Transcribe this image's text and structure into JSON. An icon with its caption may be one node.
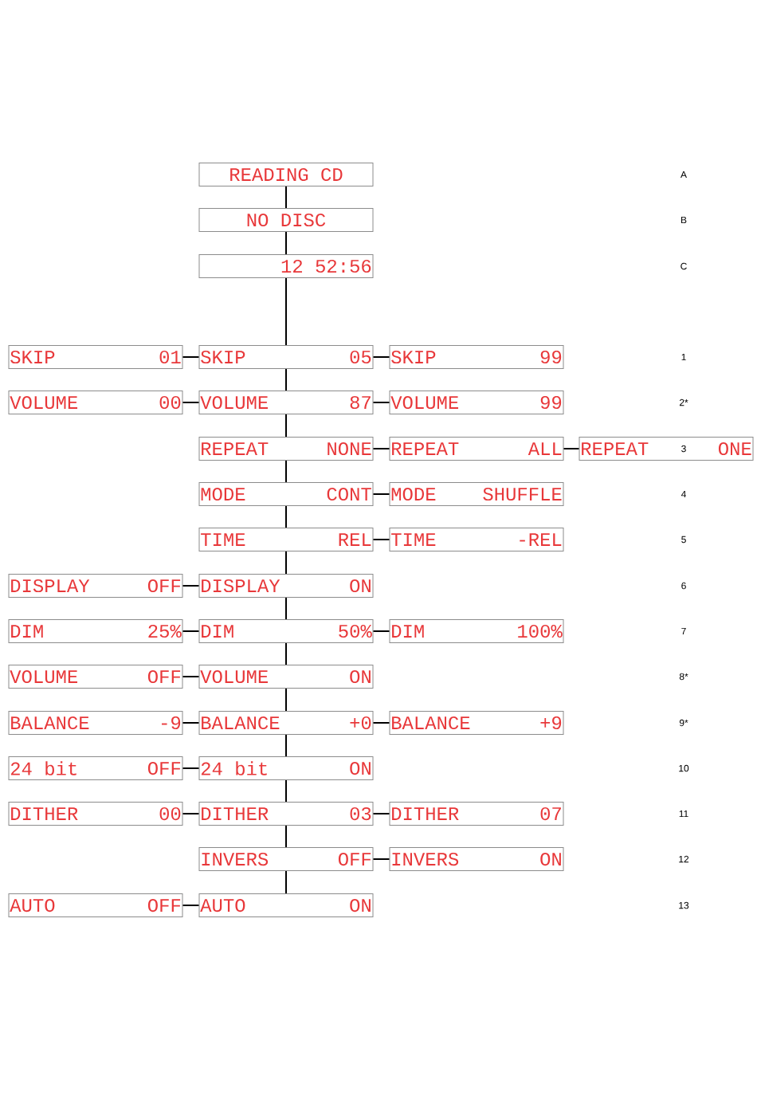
{
  "diagram": {
    "nodes": [
      {
        "text": [
          "READING CD"
        ]
      },
      {
        "text": [
          "NO DISC"
        ]
      },
      {
        "text": [
          "12 52:56"
        ]
      },
      {
        "text": [
          "SKIP",
          "01"
        ]
      },
      {
        "text": [
          "SKIP",
          "05"
        ]
      },
      {
        "text": [
          "SKIP",
          "99"
        ]
      },
      {
        "text": [
          "VOLUME",
          "00"
        ]
      },
      {
        "text": [
          "VOLUME",
          "87"
        ]
      },
      {
        "text": [
          "VOLUME",
          "99"
        ]
      },
      {
        "text": [
          "REPEAT",
          "NONE"
        ]
      },
      {
        "text": [
          "REPEAT",
          "ALL"
        ]
      },
      {
        "text": [
          "REPEAT",
          "ONE"
        ]
      },
      {
        "text": [
          "MODE",
          "CONT"
        ]
      },
      {
        "text": [
          "MODE",
          "SHUFFLE"
        ]
      },
      {
        "text": [
          "TIME",
          "REL"
        ]
      },
      {
        "text": [
          "TIME",
          "-REL"
        ]
      },
      {
        "text": [
          "DISPLAY",
          "OFF"
        ]
      },
      {
        "text": [
          "DISPLAY",
          "ON"
        ]
      },
      {
        "text": [
          "DIM",
          "25%"
        ]
      },
      {
        "text": [
          "DIM",
          "50%"
        ]
      },
      {
        "text": [
          "DIM",
          "100%"
        ]
      },
      {
        "text": [
          "VOLUME",
          "OFF"
        ]
      },
      {
        "text": [
          "VOLUME",
          "ON"
        ]
      },
      {
        "text": [
          "BALANCE",
          "-9"
        ]
      },
      {
        "text": [
          "BALANCE",
          "+0"
        ]
      },
      {
        "text": [
          "BALANCE",
          "+9"
        ]
      },
      {
        "text": [
          "24 bit",
          "OFF"
        ]
      },
      {
        "text": [
          "24 bit",
          "ON"
        ]
      },
      {
        "text": [
          "DITHER",
          "00"
        ]
      },
      {
        "text": [
          "DITHER",
          "03"
        ]
      },
      {
        "text": [
          "DITHER",
          "07"
        ]
      },
      {
        "text": [
          "INVERS",
          "OFF"
        ]
      },
      {
        "text": [
          "INVERS",
          "ON"
        ]
      },
      {
        "text": [
          "AUTO",
          "OFF"
        ]
      },
      {
        "text": [
          "AUTO",
          "ON"
        ]
      }
    ],
    "edges": [
      {
        "from": 0,
        "to": 1,
        "arrow": "none"
      },
      {
        "from": 1,
        "to": 2,
        "arrow": "none"
      },
      {
        "from": 2,
        "to": 4,
        "arrow": "none"
      },
      {
        "from": 4,
        "to": 7,
        "arrow": "none"
      },
      {
        "from": 7,
        "to": 9,
        "arrow": "none"
      },
      {
        "from": 9,
        "to": 12,
        "arrow": "none"
      },
      {
        "from": 12,
        "to": 14,
        "arrow": "none"
      },
      {
        "from": 14,
        "to": 17,
        "arrow": "none"
      },
      {
        "from": 17,
        "to": 19,
        "arrow": "none"
      },
      {
        "from": 19,
        "to": 22,
        "arrow": "none"
      },
      {
        "from": 22,
        "to": 24,
        "arrow": "none"
      },
      {
        "from": 24,
        "to": 27,
        "arrow": "none"
      },
      {
        "from": 27,
        "to": 29,
        "arrow": "none"
      },
      {
        "from": 29,
        "to": 31,
        "arrow": "none"
      },
      {
        "from": 31,
        "to": 34,
        "arrow": "none"
      },
      {
        "from": 3,
        "to": 4,
        "arrow": "none"
      },
      {
        "from": 4,
        "to": 5,
        "arrow": "none"
      },
      {
        "from": 6,
        "to": 7,
        "arrow": "none"
      },
      {
        "from": 7,
        "to": 8,
        "arrow": "none"
      },
      {
        "from": 9,
        "to": 10,
        "arrow": "none"
      },
      {
        "from": 10,
        "to": 11,
        "arrow": "none"
      },
      {
        "from": 12,
        "to": 13,
        "arrow": "none"
      },
      {
        "from": 14,
        "to": 15,
        "arrow": "none"
      },
      {
        "from": 16,
        "to": 17,
        "arrow": "none"
      },
      {
        "from": 18,
        "to": 19,
        "arrow": "none"
      },
      {
        "from": 19,
        "to": 20,
        "arrow": "none"
      },
      {
        "from": 21,
        "to": 22,
        "arrow": "none"
      },
      {
        "from": 23,
        "to": 24,
        "arrow": "none"
      },
      {
        "from": 24,
        "to": 25,
        "arrow": "none"
      },
      {
        "from": 26,
        "to": 27,
        "arrow": "none"
      },
      {
        "from": 28,
        "to": 29,
        "arrow": "none"
      },
      {
        "from": 29,
        "to": 30,
        "arrow": "none"
      },
      {
        "from": 31,
        "to": 32,
        "arrow": "none"
      },
      {
        "from": 33,
        "to": 34,
        "arrow": "none"
      }
    ],
    "labels": [
      "A",
      "B",
      "C",
      "1",
      "2*",
      "3",
      "4",
      "5",
      "6",
      "7",
      "8*",
      "9*",
      "10",
      "11",
      "12",
      "13"
    ]
  }
}
